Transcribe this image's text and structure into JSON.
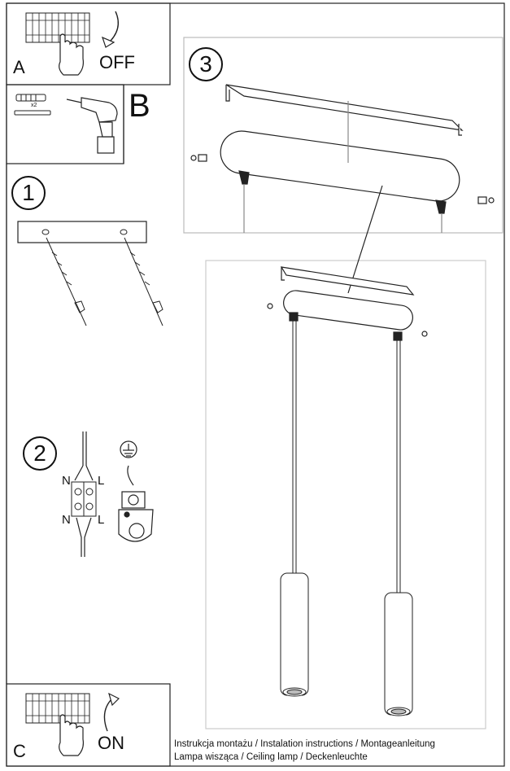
{
  "panels": {
    "a": {
      "letter": "A",
      "state": "OFF"
    },
    "b": {
      "letter": "B",
      "count": "x2"
    },
    "c": {
      "letter": "C",
      "state": "ON"
    }
  },
  "steps": {
    "one": "1",
    "two": "2",
    "three": "3"
  },
  "wiring": {
    "n_top": "N",
    "l_top": "L",
    "n_bottom": "N",
    "l_bottom": "L"
  },
  "footer": {
    "line1": "Instrukcja montażu / Instalation instructions / Montageanleitung",
    "line2": "Lampa wisząca / Ceiling lamp / Deckenleuchte"
  },
  "icons": [
    "circuit-breaker-icon",
    "hand-icon",
    "curved-arrow-icon",
    "wall-plug-icon",
    "screw-icon",
    "drill-icon",
    "ground-symbol-icon",
    "terminal-block-icon",
    "ground-terminal-icon"
  ]
}
